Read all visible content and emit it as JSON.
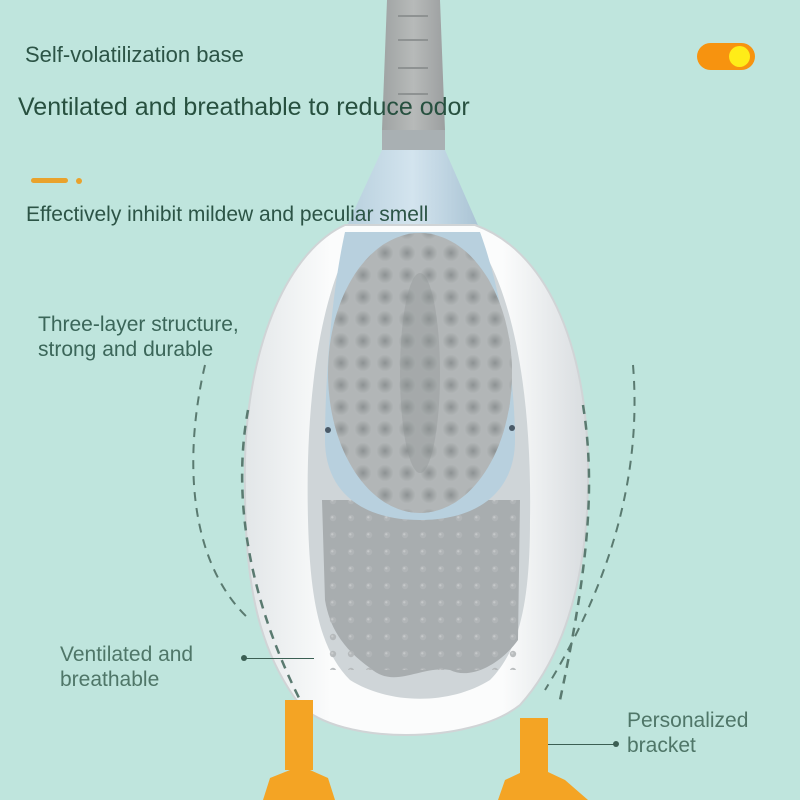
{
  "labels": {
    "base": "Self-volatilization base",
    "ventilated_headline": "Ventilated and breathable to reduce odor",
    "mildew": "Effectively inhibit mildew and peculiar smell",
    "three_layer_line1": "Three-layer structure,",
    "three_layer_line2": "strong and durable",
    "ventilated_line1": "Ventilated and",
    "ventilated_line2": "breathable",
    "bracket_line1": "Personalized",
    "bracket_line2": "bracket"
  },
  "decor": {
    "toggle_state": "on",
    "toggle_color": "#f7930f",
    "toggle_knob_color": "#ffec18",
    "accent_color": "#e9a22c",
    "background_color": "#bfe5dd",
    "text_color": "#2c5446"
  },
  "product": {
    "name": "toilet-brush-with-duck-stand",
    "parts": [
      "handle",
      "brush-head",
      "white-shell-holder",
      "silicone-drip-tray",
      "orange-duck-feet"
    ]
  }
}
